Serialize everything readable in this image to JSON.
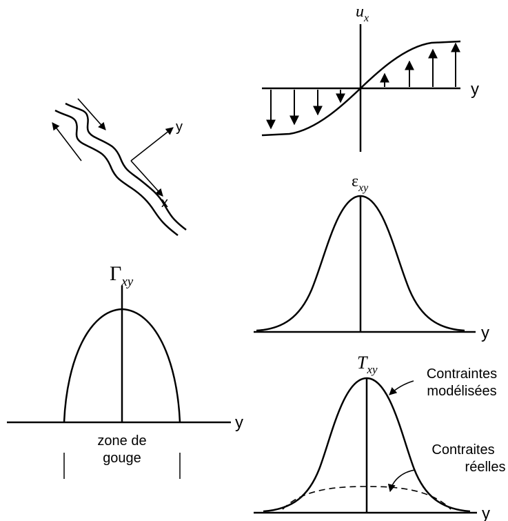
{
  "velocity_panel": {
    "y_axis_label_main": "u",
    "y_axis_label_sub": "x",
    "x_axis_label": "y"
  },
  "fault_sketch": {
    "axis_y_label": "y",
    "axis_x_label": "x"
  },
  "strain_panel": {
    "y_axis_label_main": "ε",
    "y_axis_label_sub": "xy",
    "x_axis_label": "y"
  },
  "gamma_panel": {
    "y_axis_label_main": "Γ",
    "y_axis_label_sub": "xy",
    "x_axis_label": "y",
    "zone_label_line1": "zone de",
    "zone_label_line2": "gouge"
  },
  "stress_panel": {
    "y_axis_label_main": "T",
    "y_axis_label_sub": "xy",
    "x_axis_label": "y",
    "modeled_label_line1": "Contraintes",
    "modeled_label_line2": "modélisées",
    "real_label_line1": "Contraites",
    "real_label_line2": "réelles"
  },
  "colors": {
    "ink": "#000000",
    "background": "#ffffff"
  }
}
